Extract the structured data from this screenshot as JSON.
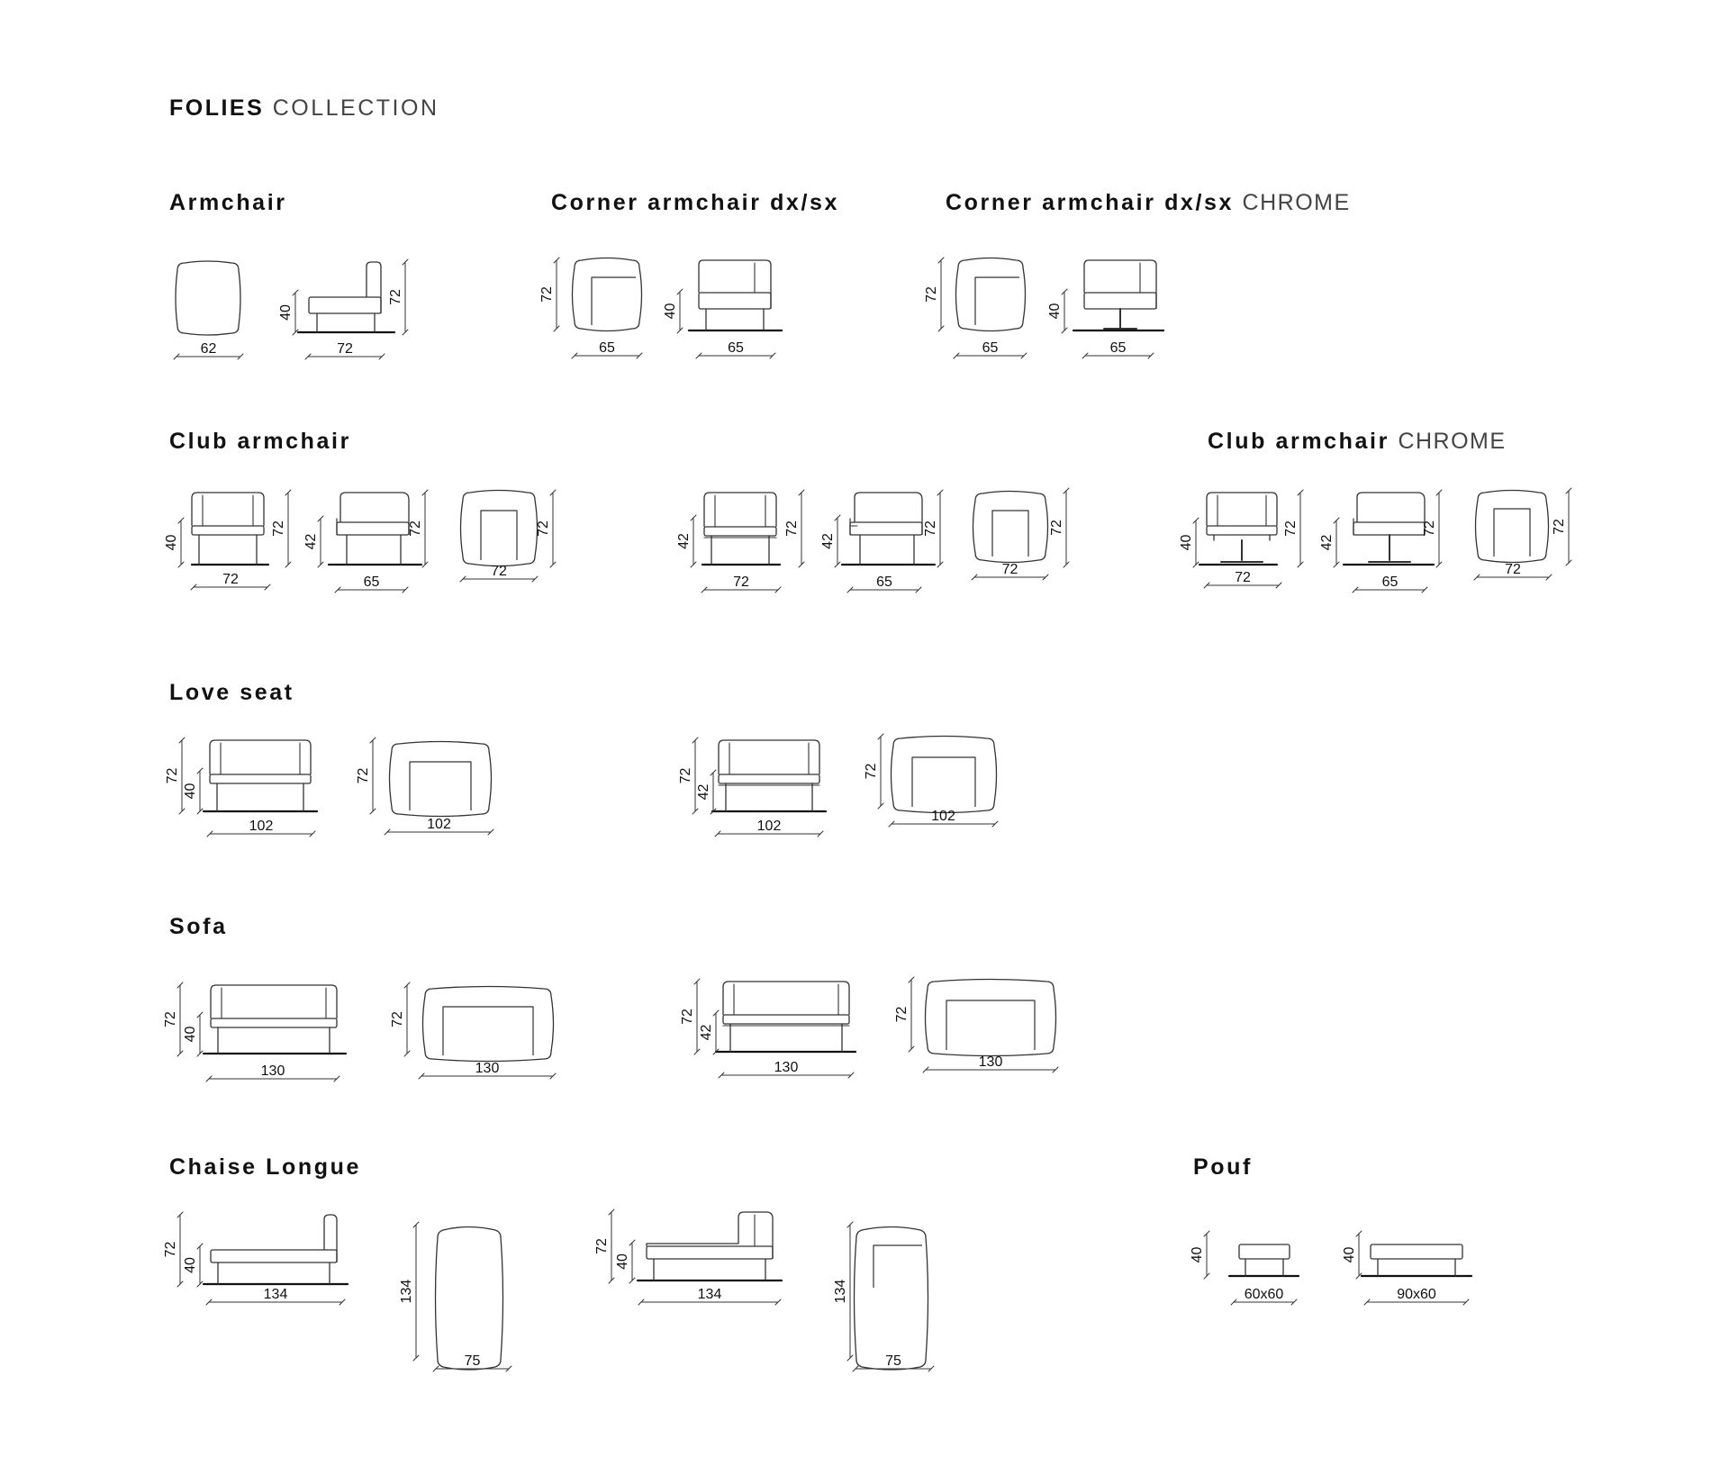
{
  "title": {
    "strong": "FOLIES",
    "light": "COLLECTION"
  },
  "sections": {
    "armchair": {
      "title": "Armchair"
    },
    "corner": {
      "title": "Corner armchair dx/sx"
    },
    "corner_chrome": {
      "title": "Corner armchair dx/sx",
      "suffix": "CHROME"
    },
    "club": {
      "title": "Club armchair"
    },
    "club_chrome": {
      "title": "Club armchair",
      "suffix": "CHROME"
    },
    "loveseat": {
      "title": "Love seat"
    },
    "sofa": {
      "title": "Sofa"
    },
    "chaise": {
      "title": "Chaise Longue"
    },
    "pouf": {
      "title": "Pouf"
    }
  },
  "dimensions": {
    "armchair": {
      "top_w": "62",
      "side_h": "40",
      "side_w": "72",
      "side_total": "72"
    },
    "corner": {
      "top_h": "72",
      "top_w": "65",
      "side_h": "40",
      "side_w": "65"
    },
    "corner_chrome": {
      "top_h": "72",
      "top_w": "65",
      "side_h": "40",
      "side_w": "65"
    },
    "club": [
      {
        "h": "40",
        "w": "72",
        "total": "72"
      },
      {
        "h": "42",
        "w": "65",
        "total": "72"
      },
      {
        "w": "72",
        "total": "72"
      },
      {
        "h": "42",
        "w": "72",
        "total": "72"
      },
      {
        "h": "42",
        "w": "65",
        "total": "72"
      },
      {
        "w": "72",
        "total": "72"
      }
    ],
    "club_chrome": [
      {
        "h": "40",
        "w": "72",
        "total": "72"
      },
      {
        "h": "42",
        "w": "65",
        "total": "72"
      },
      {
        "w": "72",
        "total": "72"
      }
    ],
    "loveseat": [
      {
        "total": "72",
        "h": "40",
        "w": "102"
      },
      {
        "total": "72",
        "w": "102"
      },
      {
        "total": "72",
        "h": "42",
        "w": "102"
      },
      {
        "total": "72",
        "w": "102"
      }
    ],
    "sofa": [
      {
        "total": "72",
        "h": "40",
        "w": "130"
      },
      {
        "total": "72",
        "w": "130"
      },
      {
        "total": "72",
        "h": "42",
        "w": "130"
      },
      {
        "total": "72",
        "w": "130"
      }
    ],
    "chaise": [
      {
        "total": "72",
        "h": "40",
        "w": "134"
      },
      {
        "len": "134",
        "w": "75"
      },
      {
        "total": "72",
        "h": "40",
        "w": "134"
      },
      {
        "len": "134",
        "w": "75"
      }
    ],
    "pouf": [
      {
        "h": "40",
        "w": "60x60"
      },
      {
        "h": "40",
        "w": "90x60"
      }
    ]
  }
}
